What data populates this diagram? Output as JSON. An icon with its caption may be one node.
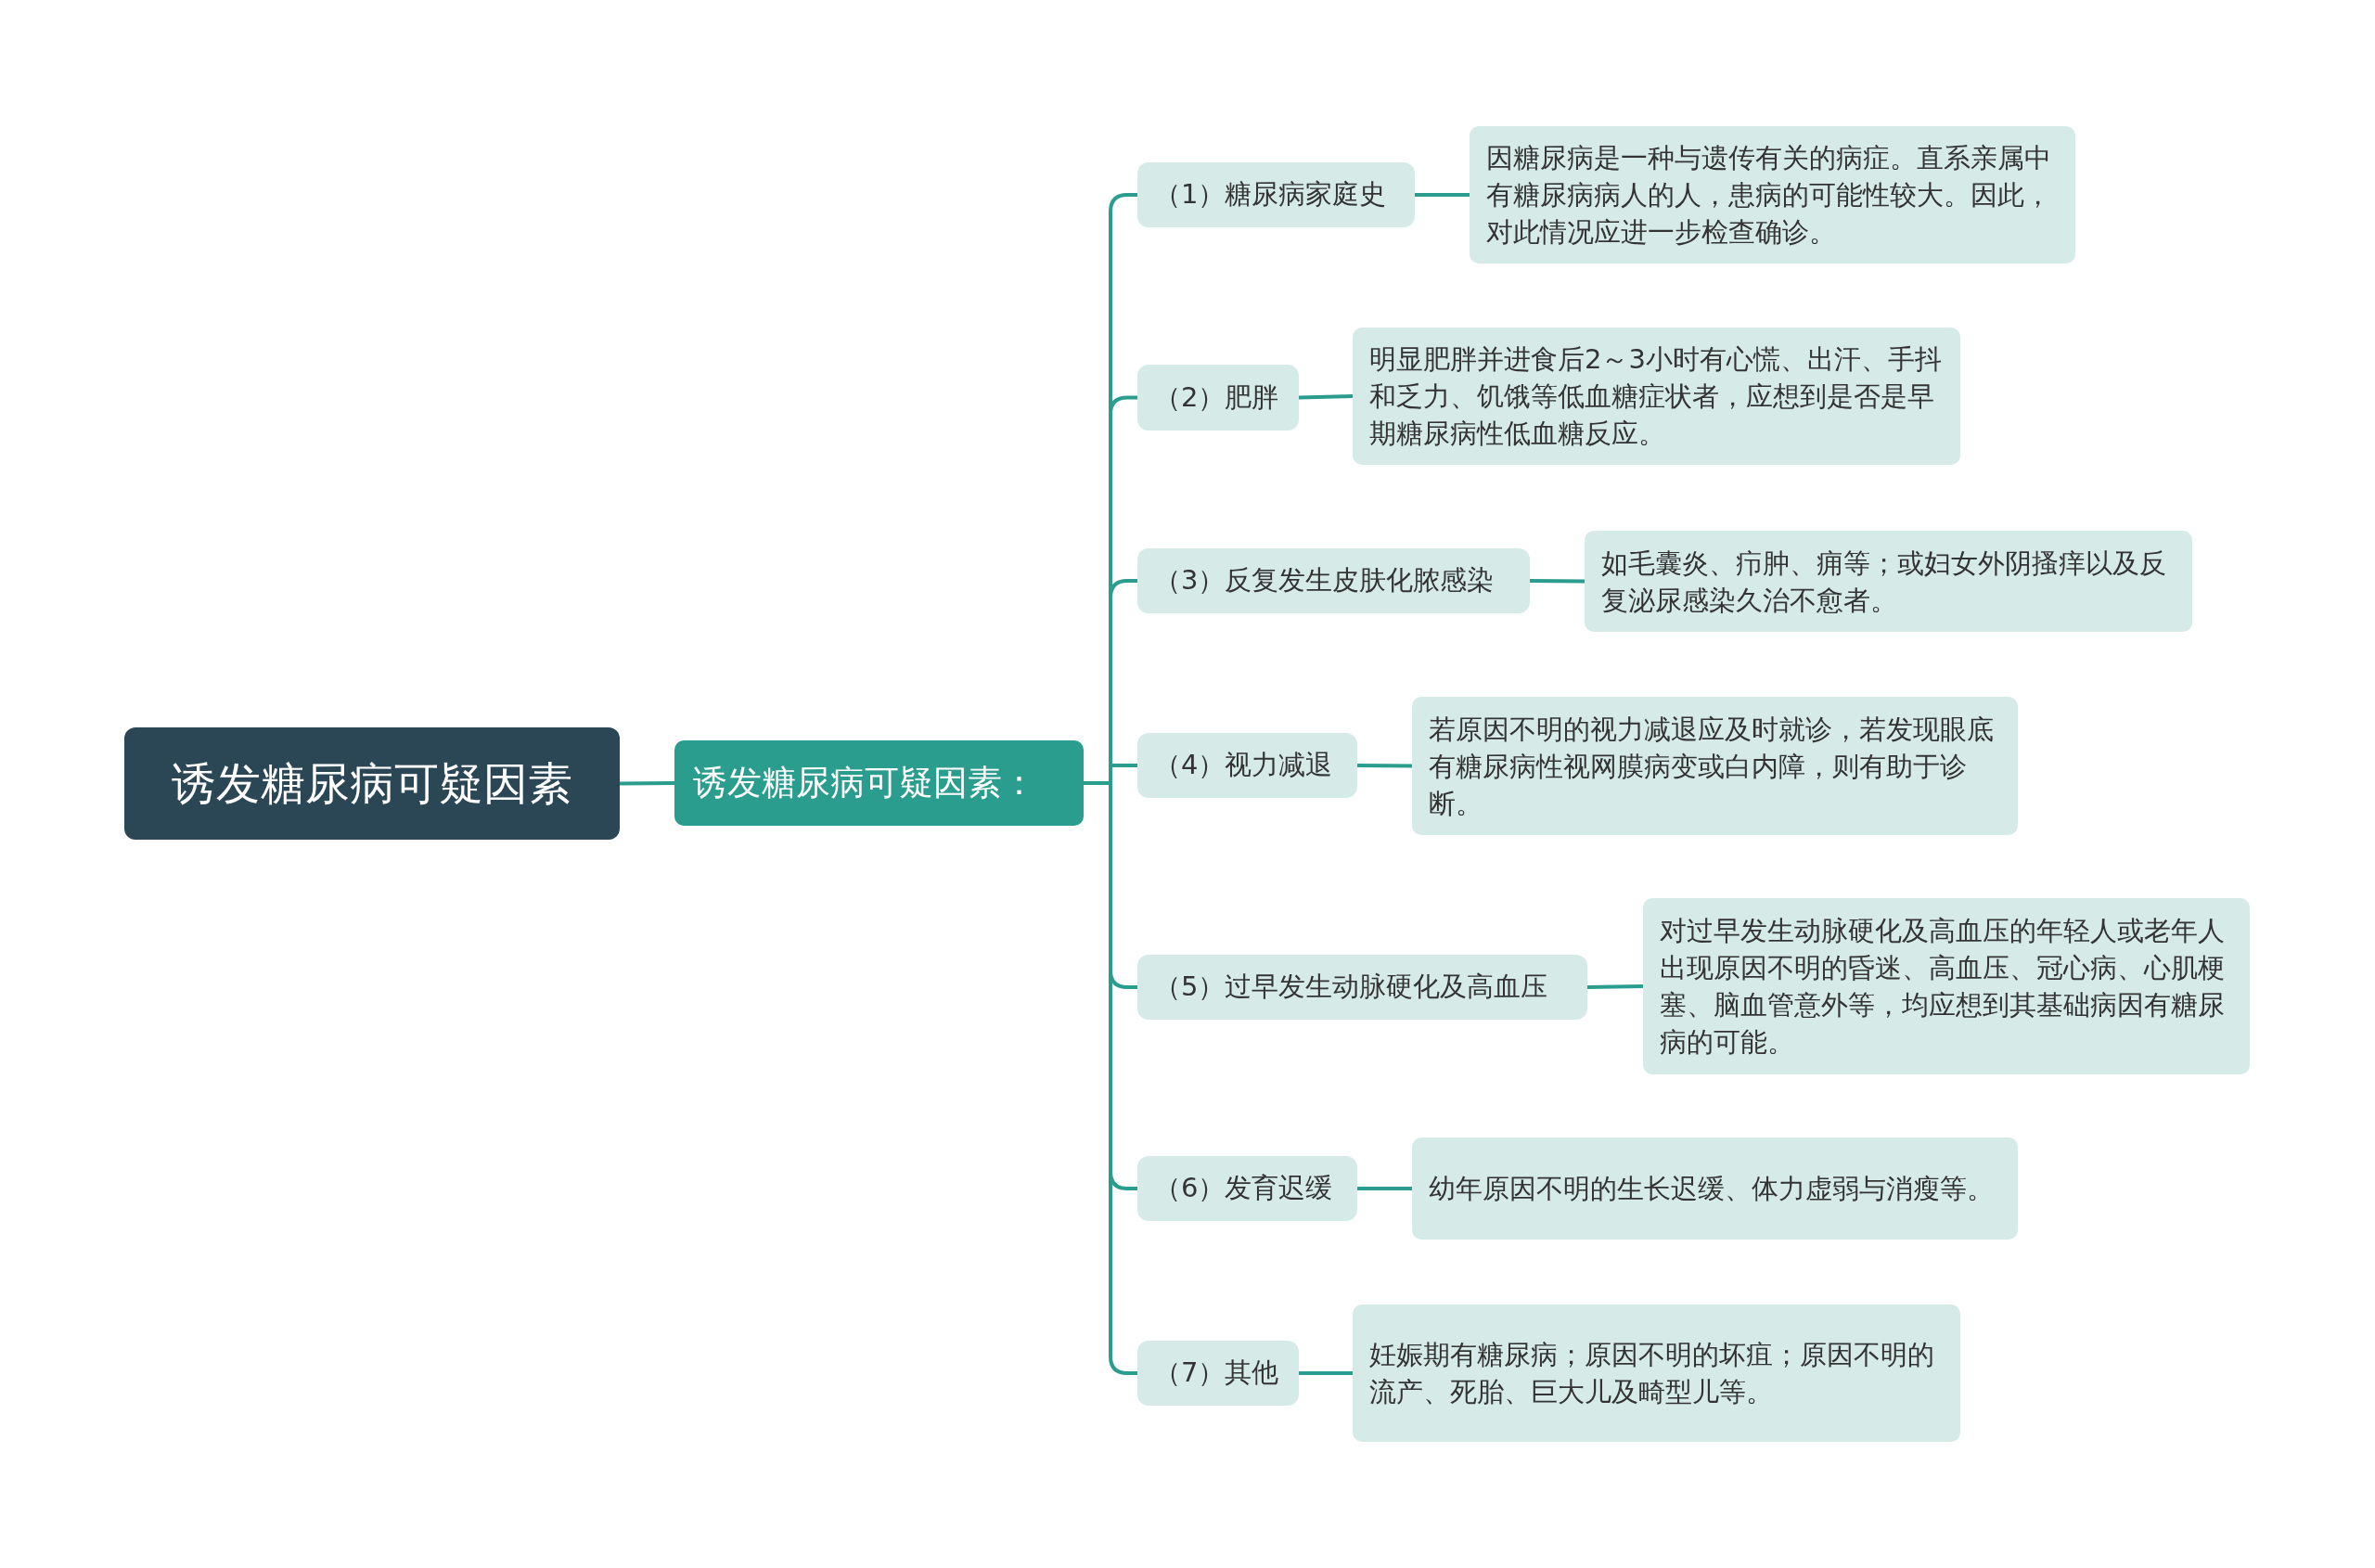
{
  "diagram": {
    "nodes": [
      {
        "text": [
          "诱发糖尿病可疑因素"
        ]
      },
      {
        "text": [
          "诱发糖尿病可疑因素："
        ]
      },
      {
        "text": [
          "（1）糖尿病家庭史"
        ]
      },
      {
        "text": [
          "（2）肥胖"
        ]
      },
      {
        "text": [
          "（3）反复发生皮肤化脓感染"
        ]
      },
      {
        "text": [
          "（4）视力减退"
        ]
      },
      {
        "text": [
          "（5）过早发生动脉硬化及高血压"
        ]
      },
      {
        "text": [
          "（6）发育迟缓"
        ]
      },
      {
        "text": [
          "（7）其他"
        ]
      },
      {
        "text": [
          "因糖尿病是一种与遗传有关的病症。直系亲属中有糖尿病病人的人，患病的可能性较大。因此，对此情况应进一步检查确诊。"
        ]
      },
      {
        "text": [
          "明显肥胖并进食后2～3小时有心慌、出汗、手抖和乏力、饥饿等低血糖症状者，应想到是否是早期糖尿病性低血糖反应。"
        ]
      },
      {
        "text": [
          "如毛囊炎、疖肿、痈等；或妇女外阴搔痒以及反复泌尿感染久治不愈者。"
        ]
      },
      {
        "text": [
          "若原因不明的视力减退应及时就诊，若发现眼底有糖尿病性视网膜病变或白内障，则有助于诊断。"
        ]
      },
      {
        "text": [
          "对过早发生动脉硬化及高血压的年轻人或老年人出现原因不明的昏迷、高血压、冠心病、心肌梗塞、脑血管意外等，均应想到其基础病因有糖尿病的可能。"
        ]
      },
      {
        "text": [
          "幼年原因不明的生长迟缓、体力虚弱与消瘦等。"
        ]
      },
      {
        "text": [
          "妊娠期有糖尿病；原因不明的坏疽；原因不明的流产、死胎、巨大儿及畸型儿等。"
        ]
      }
    ],
    "edges": [
      {
        "from": 0,
        "to": 1,
        "arrow": "none"
      },
      {
        "from": 1,
        "to": 2,
        "arrow": "none"
      },
      {
        "from": 1,
        "to": 3,
        "arrow": "none"
      },
      {
        "from": 1,
        "to": 4,
        "arrow": "none"
      },
      {
        "from": 1,
        "to": 5,
        "arrow": "none"
      },
      {
        "from": 1,
        "to": 6,
        "arrow": "none"
      },
      {
        "from": 1,
        "to": 7,
        "arrow": "none"
      },
      {
        "from": 1,
        "to": 8,
        "arrow": "none"
      },
      {
        "from": 2,
        "to": 9,
        "arrow": "none"
      },
      {
        "from": 3,
        "to": 10,
        "arrow": "none"
      },
      {
        "from": 4,
        "to": 11,
        "arrow": "none"
      },
      {
        "from": 5,
        "to": 12,
        "arrow": "none"
      },
      {
        "from": 6,
        "to": 13,
        "arrow": "none"
      },
      {
        "from": 7,
        "to": 14,
        "arrow": "none"
      },
      {
        "from": 8,
        "to": 15,
        "arrow": "none"
      }
    ]
  }
}
